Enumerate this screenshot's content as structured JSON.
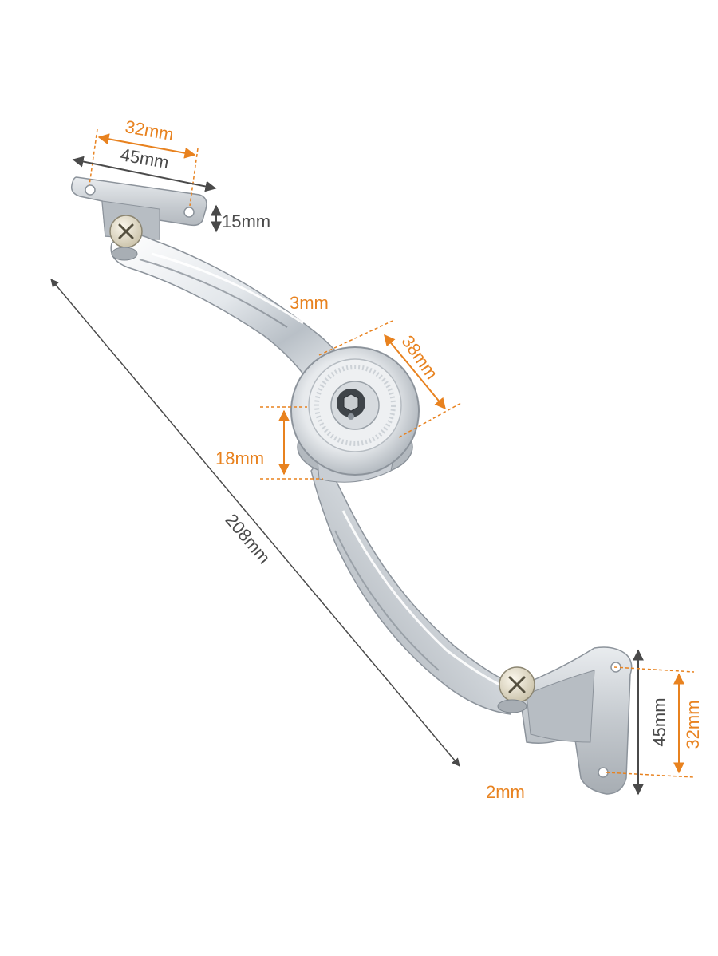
{
  "colors": {
    "orange": "#e8821f",
    "dark": "#4a4a4a",
    "background": "#ffffff",
    "metal_light": "#f4f6f8",
    "metal_mid": "#c9ced4",
    "metal_dark": "#8c939b"
  },
  "dimensions": {
    "top_bracket_hole_spacing": "32mm",
    "top_bracket_width": "45mm",
    "top_bracket_height": "15mm",
    "arm_thickness": "3mm",
    "hub_diameter": "38mm",
    "hub_height": "18mm",
    "overall_length": "208mm",
    "bottom_bracket_width": "45mm",
    "bottom_bracket_hole_spacing": "32mm",
    "bottom_bracket_thickness": "2mm"
  },
  "icons": {
    "screw": "cross-head-screw-icon",
    "hex": "hex-socket-icon"
  }
}
